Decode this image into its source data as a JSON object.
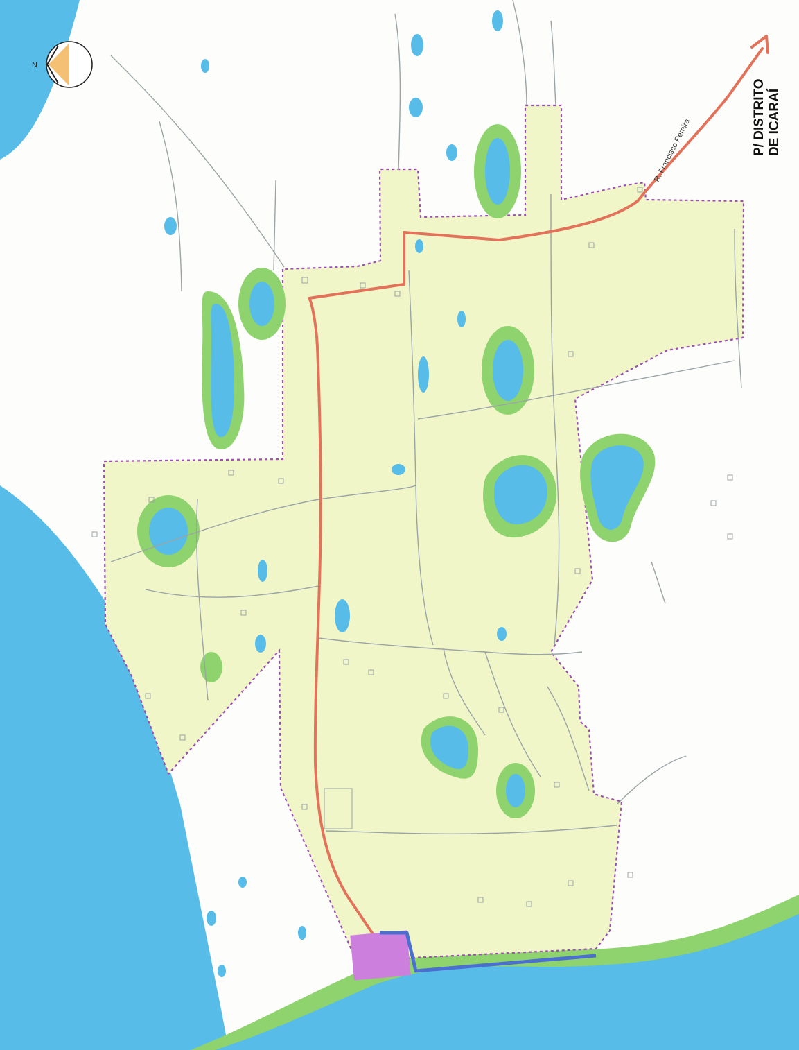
{
  "map": {
    "compass": {
      "letter": "N"
    },
    "street_label": "R. Francisco Pereira",
    "destination_label": {
      "line1": "P/ DISTRITO",
      "line2": "DE ICARAÍ"
    },
    "colors": {
      "water": "#57bce8",
      "water_buffer": "#8fd36e",
      "urban_area": "#f1f6c8",
      "boundary": "#9a4fb2",
      "road_main": "#e2735a",
      "road_secondary": "#9aa4a6",
      "special_zone": "#cc7fdc",
      "channel": "#4a6fd0",
      "compass_fill": "#f2b55a"
    }
  }
}
